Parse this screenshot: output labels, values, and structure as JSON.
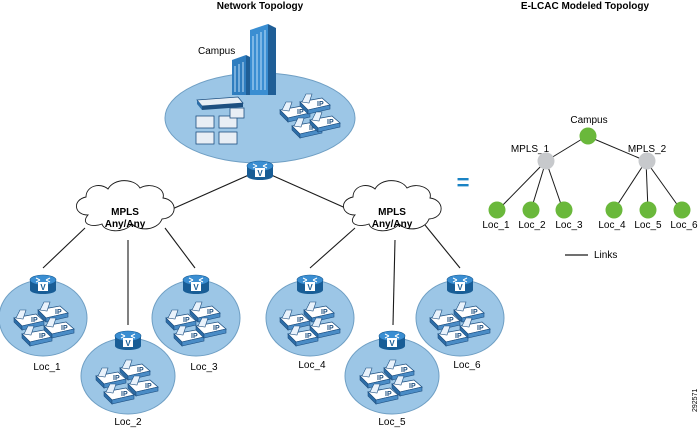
{
  "titles": {
    "network_topology": "Network Topology",
    "elcac_topology": "E-LCAC Modeled Topology"
  },
  "campus": {
    "label": "Campus"
  },
  "clouds": [
    {
      "line1": "MPLS",
      "line2": "Any/Any"
    },
    {
      "line1": "MPLS",
      "line2": "Any/Any"
    }
  ],
  "locations": [
    "Loc_1",
    "Loc_2",
    "Loc_3",
    "Loc_4",
    "Loc_5",
    "Loc_6"
  ],
  "router_badge": "V",
  "phone_badge": "IP",
  "equals_sign": "=",
  "elcac": {
    "root": "Campus",
    "hubs": [
      "MPLS_1",
      "MPLS_2"
    ],
    "leaves": [
      "Loc_1",
      "Loc_2",
      "Loc_3",
      "Loc_4",
      "Loc_5",
      "Loc_6"
    ],
    "legend": "Links"
  },
  "figure_id": "292571",
  "colors": {
    "site_fill": "#9cc6e6",
    "site_stroke": "#6f9fc4",
    "router": "#1f6aa6",
    "building": "#2f7dbf",
    "node_green": "#6ab83b",
    "node_gray": "#c7c9cc",
    "equals": "#1a83c4"
  }
}
